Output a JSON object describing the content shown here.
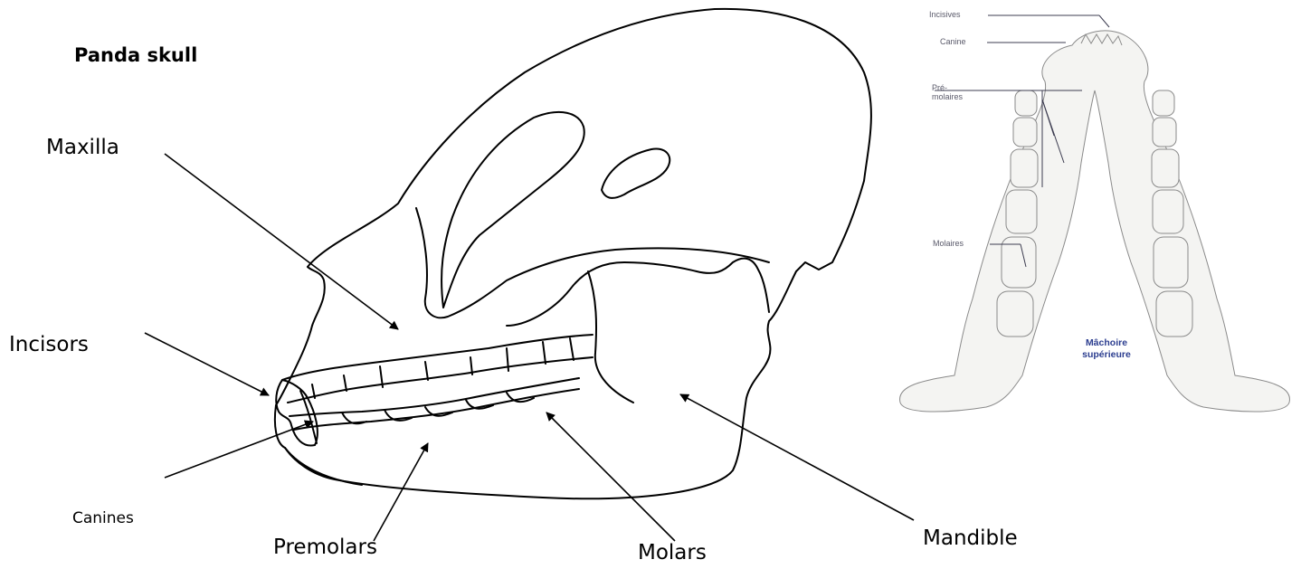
{
  "title": "Panda skull",
  "labels": {
    "maxilla": "Maxilla",
    "incisors": "Incisors",
    "canines": "Canines",
    "premolars": "Premolars",
    "molars": "Molars",
    "mandible": "Mandible"
  },
  "inset": {
    "incisives": "Incisives",
    "canine": "Canine",
    "premolaires_line1": "Pré-",
    "premolaires_line2": "molaires",
    "molaires": "Molaires",
    "jaw_line1": "Mâchoire",
    "jaw_line2": "supérieure"
  },
  "colors": {
    "line": "#000000",
    "inset_label": "#5a5a6a",
    "inset_jaw_label": "#2b3d8f",
    "inset_bone": "#f4f4f2",
    "inset_stroke": "#8a8a8a"
  }
}
